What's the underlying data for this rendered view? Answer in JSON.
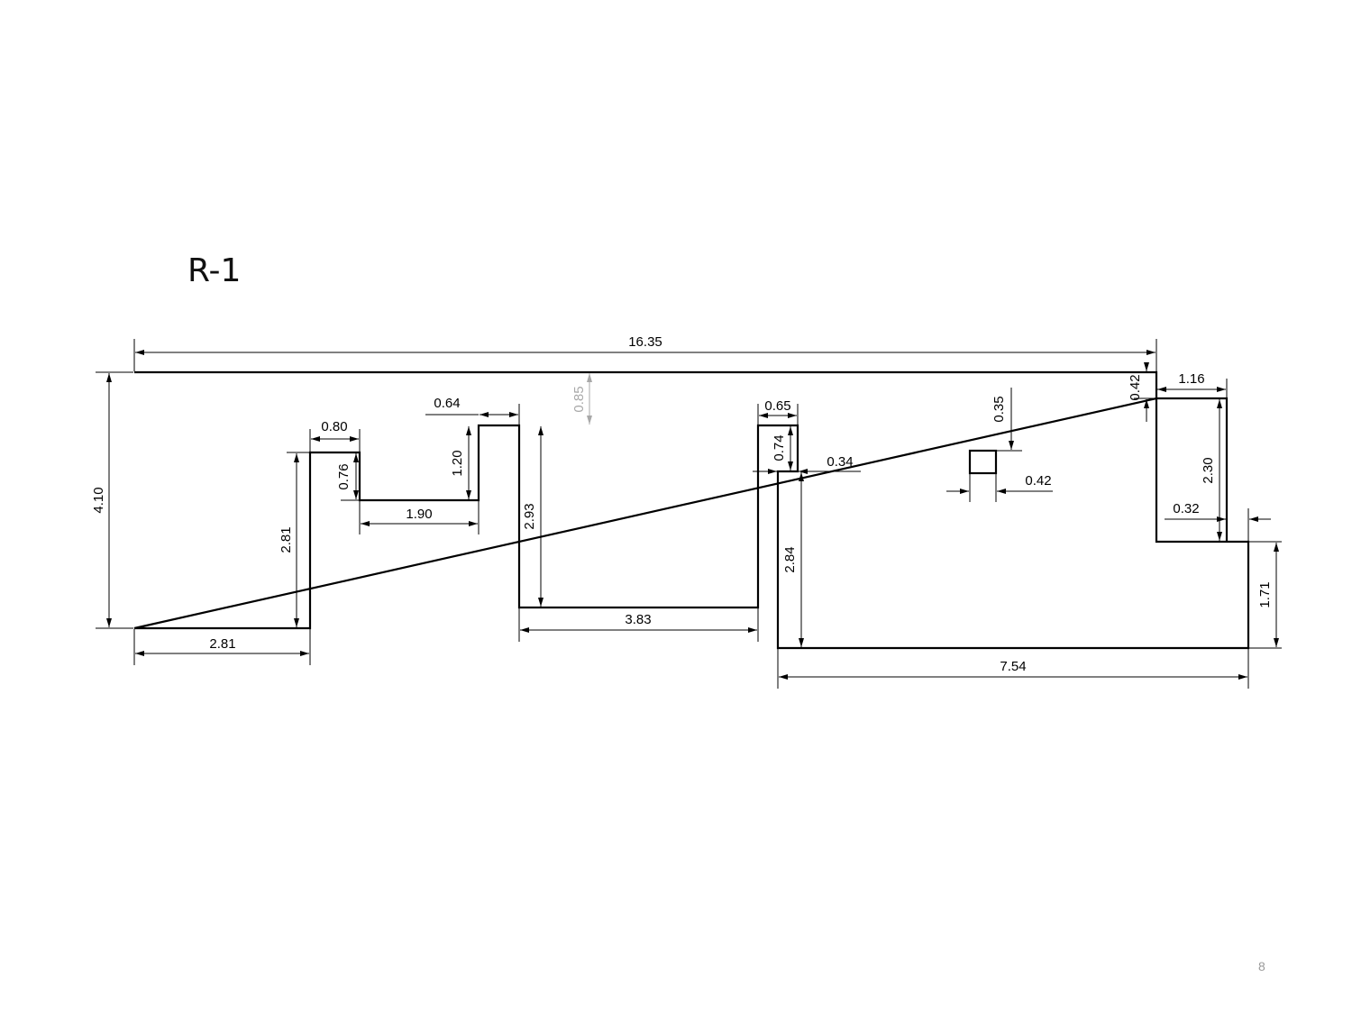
{
  "slide": {
    "title": "R-1",
    "page_number": "8"
  },
  "colors": {
    "line": "#000000",
    "muted_dimension": "#a8a8a8",
    "page_number": "#9a9a9a"
  },
  "plan": {
    "outline_label": "room outline R-1",
    "dimensions": {
      "overall_width": "16.35",
      "left_height": "4.10",
      "left_bottom_width": "2.81",
      "left_step_height": "2.81",
      "notch_width": "0.80",
      "notch_height": "0.76",
      "lower_ledge_width": "1.90",
      "step_rise": "1.20",
      "small_gap_top": "0.64",
      "top_offset": "0.85",
      "bay_depth": "2.93",
      "bay_width": "3.83",
      "mid_wall_width": "0.65",
      "mid_step_height": "0.74",
      "mid_offset": "0.34",
      "right_depth": "2.84",
      "right_bottom_width": "7.54",
      "column_offset_top": "0.35",
      "column_size": "0.42",
      "right_notch_top": "0.42",
      "right_notch_width": "1.16",
      "right_notch_height": "2.30",
      "right_notch_bottom": "0.32",
      "right_end_height": "1.71"
    }
  }
}
